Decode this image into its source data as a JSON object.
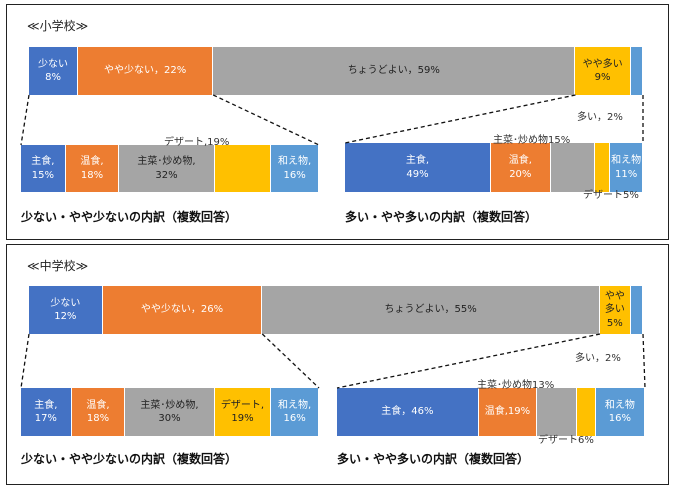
{
  "colors": {
    "blue": "#4472C4",
    "orange": "#ED7D31",
    "gray": "#A5A5A5",
    "yellow": "#FFC000",
    "lightblue": "#5B9BD5"
  },
  "chart_data": [
    {
      "type": "bar",
      "title": "≪小学校≫",
      "main": {
        "categories": [
          "少ない",
          "やや少ない",
          "ちょうどよい",
          "やや多い",
          "多い"
        ],
        "values": [
          8,
          22,
          59,
          9,
          2
        ],
        "labels": [
          "少ない\n8%",
          "やや少ない，22%",
          "ちょうどよい，59%",
          "やや多い\n9%",
          "多い，2%"
        ]
      },
      "left_breakdown": {
        "title": "少ない・やや少ないの内訳（複数回答）",
        "categories": [
          "主食",
          "温食",
          "主菜･炒め物",
          "デザート",
          "和え物"
        ],
        "values": [
          15,
          18,
          32,
          19,
          16
        ],
        "labels": [
          "主食,\n15%",
          "温食,\n18%",
          "主菜･炒め物,\n32%",
          "デザート,19%",
          "和え物,\n16%"
        ]
      },
      "right_breakdown": {
        "title": "多い・やや多いの内訳（複数回答）",
        "categories": [
          "主食",
          "温食",
          "主菜･炒め物",
          "デザート",
          "和え物"
        ],
        "values": [
          49,
          20,
          15,
          5,
          11
        ],
        "labels": [
          "主食,\n49%",
          "温食,\n20%",
          "主菜･炒め物15%",
          "デザート5%",
          "和え物\n11%"
        ]
      }
    },
    {
      "type": "bar",
      "title": "≪中学校≫",
      "main": {
        "categories": [
          "少ない",
          "やや少ない",
          "ちょうどよい",
          "やや多い",
          "多い"
        ],
        "values": [
          12,
          26,
          55,
          5,
          2
        ],
        "labels": [
          "少ない\n12%",
          "やや少ない，26%",
          "ちょうどよい，55%",
          "やや\n多い\n5%",
          "多い，2%"
        ]
      },
      "left_breakdown": {
        "title": "少ない・やや少ないの内訳（複数回答）",
        "categories": [
          "主食",
          "温食",
          "主菜･炒め物",
          "デザート",
          "和え物"
        ],
        "values": [
          17,
          18,
          30,
          19,
          16
        ],
        "labels": [
          "主食,\n17%",
          "温食,\n18%",
          "主菜･炒め物,\n30%",
          "デザート,\n19%",
          "和え物,\n16%"
        ]
      },
      "right_breakdown": {
        "title": "多い・やや多いの内訳（複数回答）",
        "categories": [
          "主食",
          "温食",
          "主菜･炒め物",
          "デザート",
          "和え物"
        ],
        "values": [
          46,
          19,
          13,
          6,
          16
        ],
        "labels": [
          "主食，46%",
          "温食,19%",
          "主菜･炒め物13%",
          "デザート6%",
          "和え物\n16%"
        ]
      }
    }
  ]
}
